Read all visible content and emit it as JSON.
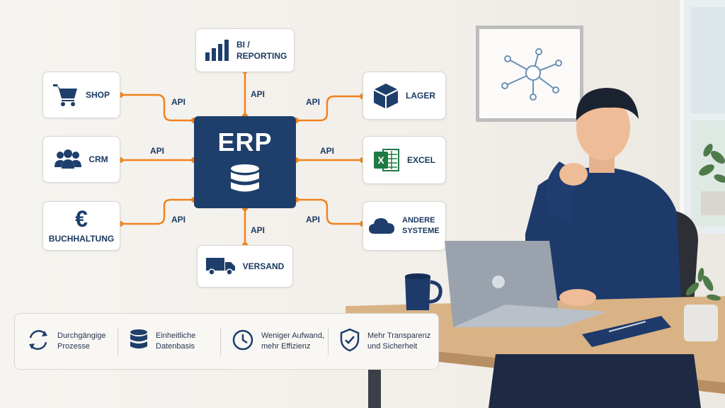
{
  "center": {
    "label": "ERP"
  },
  "nodes": {
    "shop": {
      "label": "SHOP"
    },
    "crm": {
      "label": "CRM"
    },
    "buchhaltung": {
      "label": "BUCHHALTUNG"
    },
    "bi": {
      "label": "BI / REPORTING"
    },
    "versand": {
      "label": "VERSAND"
    },
    "lager": {
      "label": "LAGER"
    },
    "excel": {
      "label": "EXCEL"
    },
    "andere": {
      "label": "ANDERE SYSTEME"
    }
  },
  "api_label": "API",
  "benefits": [
    {
      "icon": "refresh-icon",
      "text": "Durchgängige Prozesse"
    },
    {
      "icon": "database-icon",
      "text": "Einheitliche Datenbasis"
    },
    {
      "icon": "clock-icon",
      "text": "Weniger Aufwand, mehr Effizienz"
    },
    {
      "icon": "shield-check-icon",
      "text": "Mehr Transparenz und Sicherheit"
    }
  ],
  "colors": {
    "navy": "#1e3f6b",
    "connector": "#f0821e",
    "text": "#1b3a62"
  }
}
